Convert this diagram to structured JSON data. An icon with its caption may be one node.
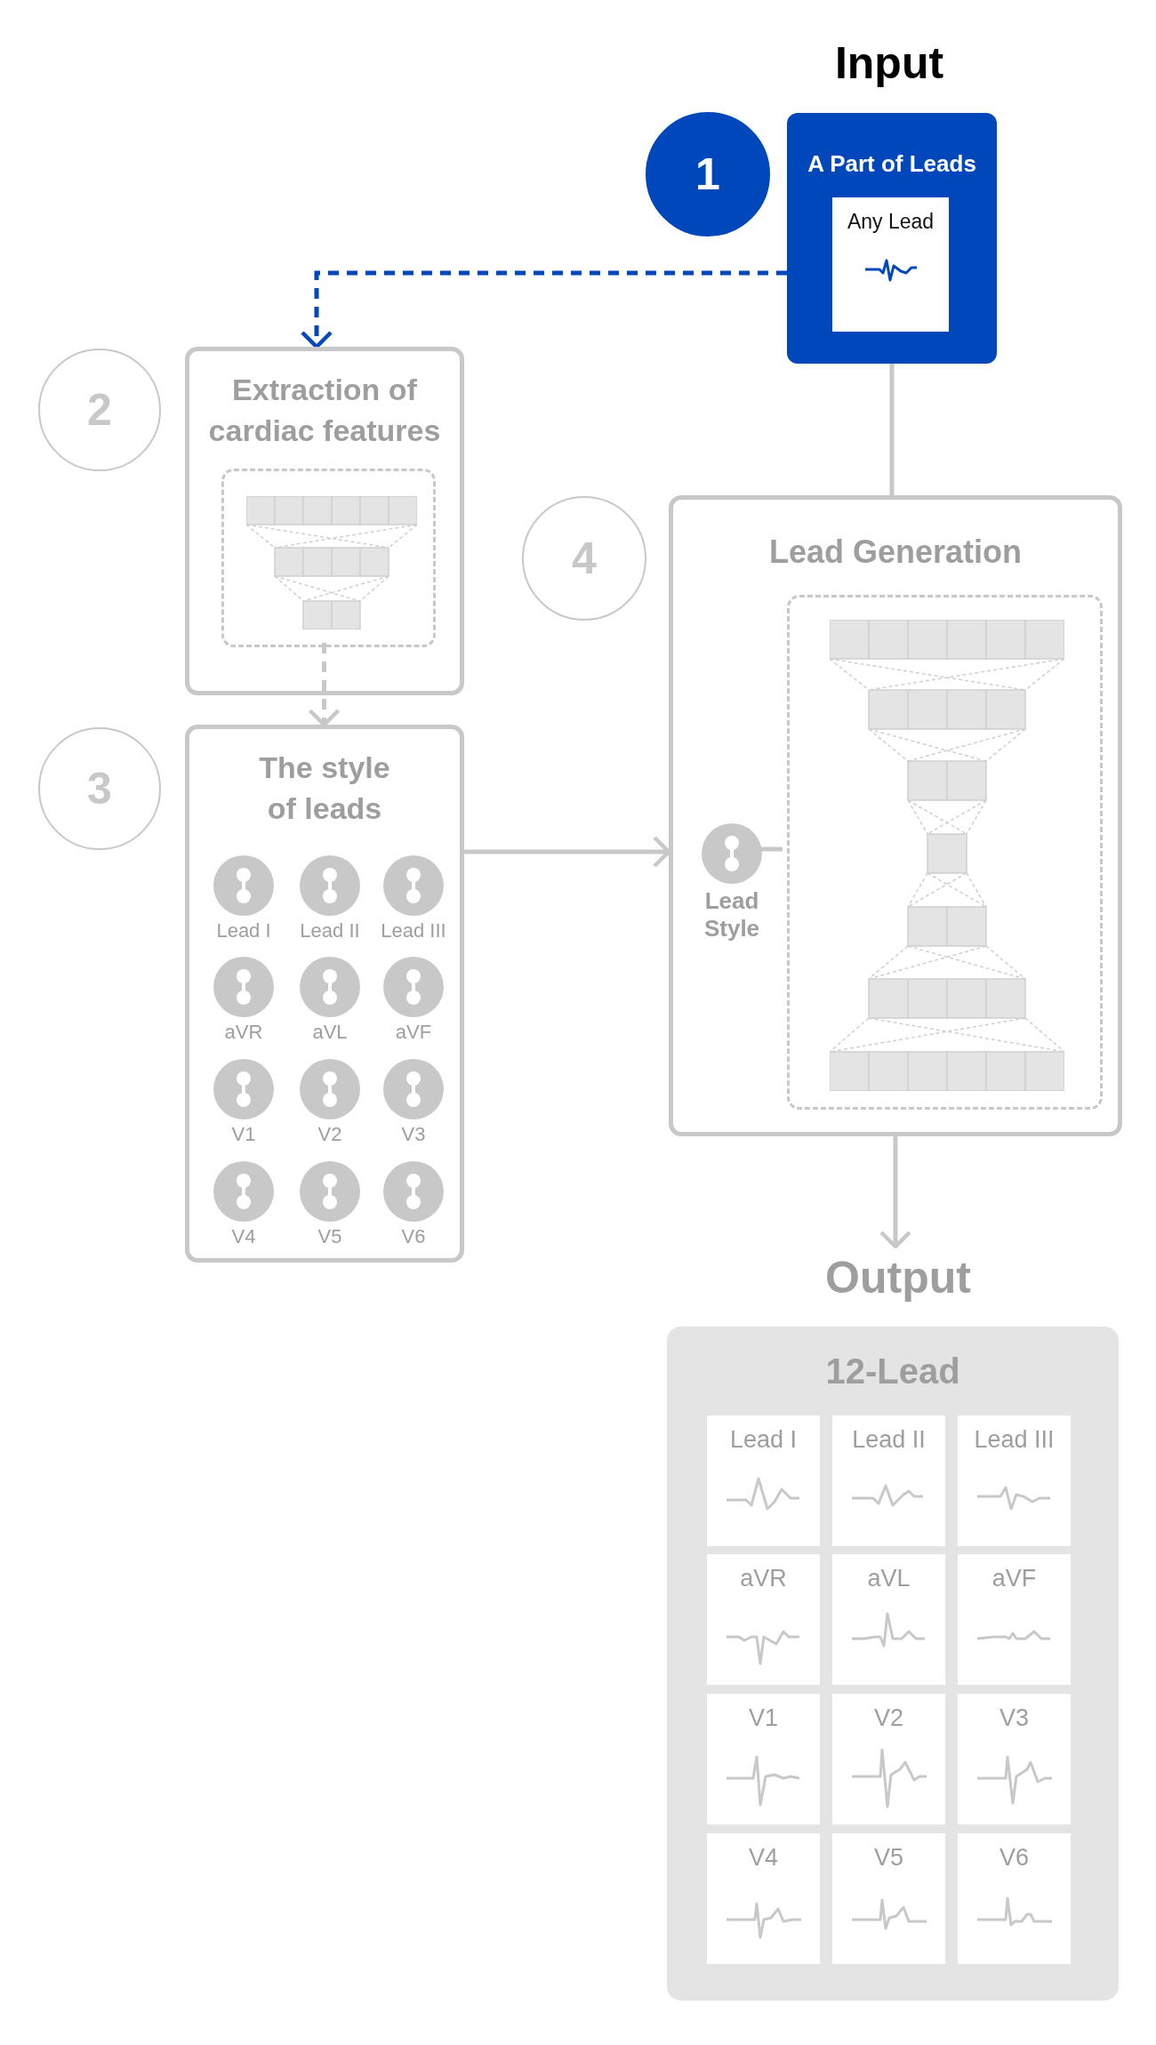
{
  "diagram": {
    "nodes": [
      {
        "text": [
          "1"
        ]
      },
      {
        "text": [
          "A Part of Leads"
        ]
      },
      {
        "text": [
          "Any Lead"
        ],
        "in": 1
      },
      {
        "text": [
          "2"
        ]
      },
      {
        "text": [
          "Extraction of cardiac features"
        ]
      },
      {
        "text": [],
        "shape": "box",
        "in": 4
      },
      {
        "text": [
          "3"
        ]
      },
      {
        "text": [
          "The style of leads"
        ]
      },
      {
        "text": [
          "Lead I"
        ],
        "in": 7
      },
      {
        "text": [
          "Lead II"
        ],
        "in": 7
      },
      {
        "text": [
          "Lead III"
        ],
        "in": 7
      },
      {
        "text": [
          "aVR"
        ],
        "in": 7
      },
      {
        "text": [
          "aVL"
        ],
        "in": 7
      },
      {
        "text": [
          "aVF"
        ],
        "in": 7
      },
      {
        "text": [
          "V1"
        ],
        "in": 7
      },
      {
        "text": [
          "V2"
        ],
        "in": 7
      },
      {
        "text": [
          "V3"
        ],
        "in": 7
      },
      {
        "text": [
          "V4"
        ],
        "in": 7
      },
      {
        "text": [
          "V5"
        ],
        "in": 7
      },
      {
        "text": [
          "V6"
        ],
        "in": 7
      },
      {
        "text": [
          "4"
        ]
      },
      {
        "text": [
          "Lead Generation"
        ]
      },
      {
        "text": [
          "Lead Style"
        ],
        "in": 21
      },
      {
        "text": [],
        "shape": "box",
        "in": 21
      },
      {
        "text": [
          "Output"
        ]
      },
      {
        "text": [
          "12-Lead"
        ]
      },
      {
        "text": [
          "Lead I"
        ],
        "in": 25
      },
      {
        "text": [
          "Lead II"
        ],
        "in": 25
      },
      {
        "text": [
          "Lead III"
        ],
        "in": 25
      },
      {
        "text": [
          "aVR"
        ],
        "in": 25
      },
      {
        "text": [
          "aVL"
        ],
        "in": 25
      },
      {
        "text": [
          "aVF"
        ],
        "in": 25
      },
      {
        "text": [
          "V1"
        ],
        "in": 25
      },
      {
        "text": [
          "V2"
        ],
        "in": 25
      },
      {
        "text": [
          "V3"
        ],
        "in": 25
      },
      {
        "text": [
          "V4"
        ],
        "in": 25
      },
      {
        "text": [
          "V5"
        ],
        "in": 25
      },
      {
        "text": [
          "V6"
        ],
        "in": 25
      }
    ],
    "edges": [
      {
        "from": 1,
        "to": 4,
        "arrow": "to",
        "style": "dashed",
        "color": "#0047bb"
      },
      {
        "from": 1,
        "to": 21,
        "arrow": "none"
      },
      {
        "from": 5,
        "to": 7,
        "arrow": "to",
        "style": "dashed"
      },
      {
        "from": 7,
        "to": 21,
        "arrow": "to"
      },
      {
        "from": 22,
        "to": 23,
        "arrow": "none"
      },
      {
        "from": 21,
        "to": 24,
        "arrow": "to"
      }
    ],
    "labels": [
      "Input"
    ]
  }
}
